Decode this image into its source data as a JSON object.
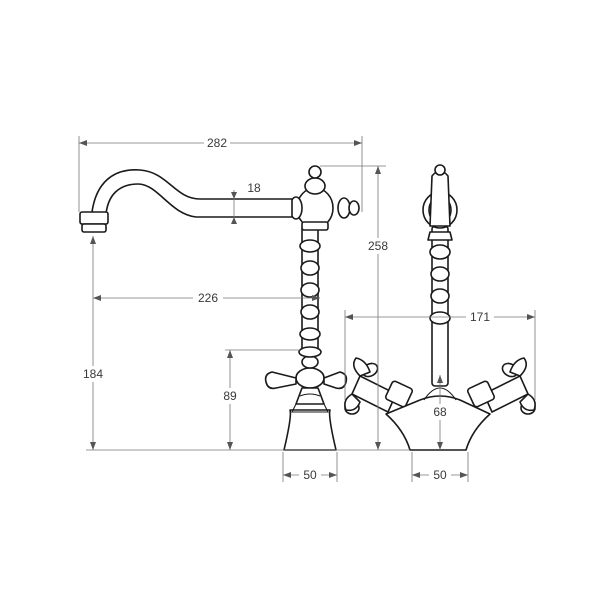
{
  "dimensions": {
    "overall_width": "282",
    "spout_thickness": "18",
    "total_height": "258",
    "spout_reach": "226",
    "handle_span": "171",
    "spout_height": "184",
    "handle_height": "89",
    "base_height": "68",
    "base_width_side": "50",
    "base_width_front": "50"
  },
  "colors": {
    "line": "#1a1a1a",
    "dimension": "#777777",
    "text": "#3a3a3a",
    "background": "#ffffff"
  }
}
